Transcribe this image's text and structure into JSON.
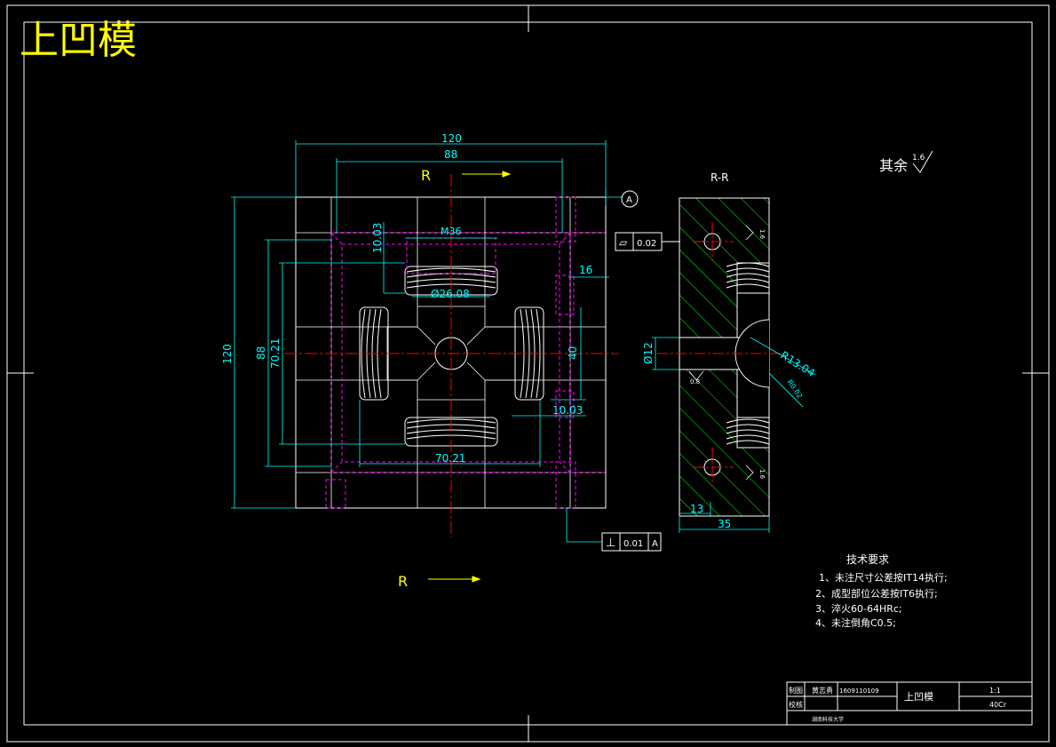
{
  "title": "上凹模",
  "section_view_label": "R-R",
  "section_marker": "R",
  "datum_label": "A",
  "surface_finish": {
    "label": "其余",
    "ra": "1.6"
  },
  "dimensions": {
    "width_120": "120",
    "width_88": "88",
    "height_120": "120",
    "height_88": "88",
    "height_7021": "70.21",
    "width_7021": "70.21",
    "thread": "M36",
    "dia_2608": "Ø26.08",
    "d_1003_v": "10.03",
    "d_1003_h": "10.03",
    "d_16": "16",
    "d_40": "40",
    "d_12": "Ø12",
    "r_1304": "R13.04",
    "r_small": "R0.02",
    "d_13": "13",
    "d_35": "35",
    "ra_side": "1.6",
    "ra_small": "0.8"
  },
  "tolerances": {
    "flatness": {
      "symbol": "▱",
      "value": "0.02"
    },
    "perpendicularity": {
      "symbol": "⊥",
      "value": "0.01",
      "datum": "A"
    }
  },
  "requirements": {
    "heading": "技术要求",
    "items": [
      "1、未注尺寸公差按IT14执行;",
      "2、成型部位公差按IT6执行;",
      "3、淬火60-64HRc;",
      "4、未注倒角C0.5;"
    ]
  },
  "title_block": {
    "drawn_label": "制图",
    "checked_label": "校核",
    "drawer": "黄志勇",
    "student_id": "1609110109",
    "part_name": "上凹模",
    "scale": "1:1",
    "material": "40Cr",
    "school": "湖南科技大学"
  },
  "colors": {
    "frame": "#ffffff",
    "outline": "#ffffff",
    "dimension": "#00ffff",
    "hidden": "#ff00ff",
    "center": "#ff0000",
    "title": "#ffff00",
    "hatch": "#00ff00"
  }
}
